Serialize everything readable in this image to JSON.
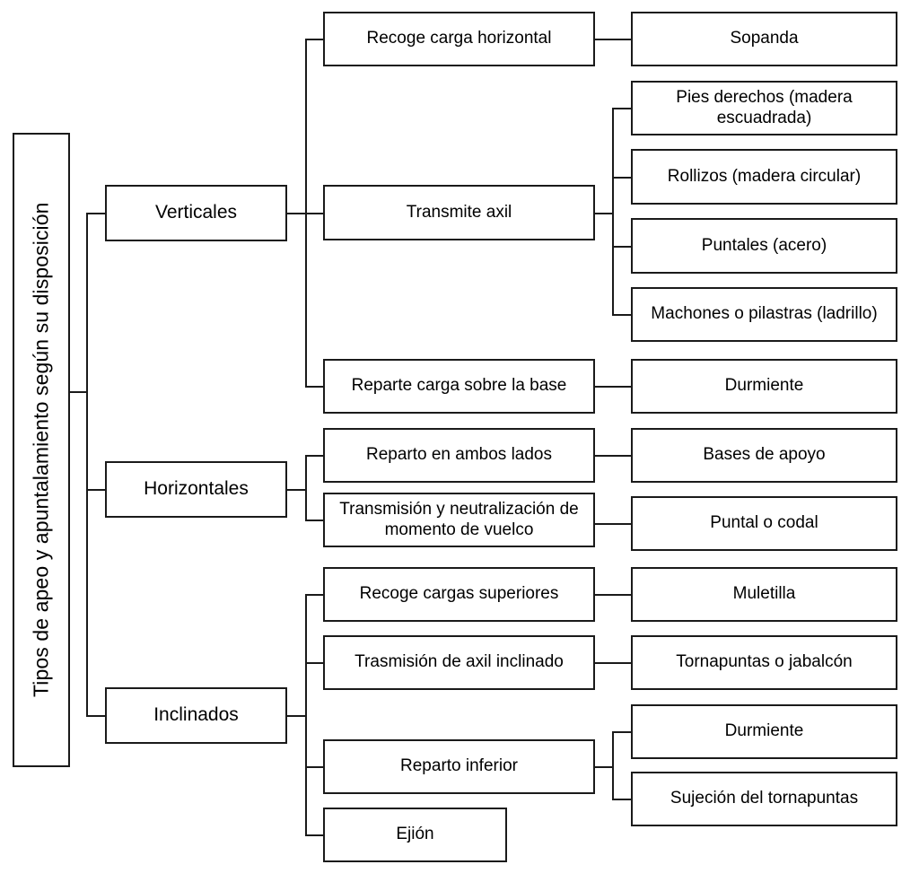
{
  "diagram": {
    "title": "Tipos de apeo y apuntalamiento según su disposición",
    "type": "tree-hierarchy",
    "root": {
      "label": "Tipos de apeo y apuntalamiento según su disposición"
    },
    "level2": [
      {
        "label": "Verticales"
      },
      {
        "label": "Horizontales"
      },
      {
        "label": "Inclinados"
      }
    ],
    "level3": [
      {
        "label": "Recoge carga horizontal"
      },
      {
        "label": "Transmite axil"
      },
      {
        "label": "Reparte carga sobre la base"
      },
      {
        "label": "Reparto en ambos lados"
      },
      {
        "label": "Transmisión y neutralización de momento de vuelco"
      },
      {
        "label": "Recoge cargas superiores"
      },
      {
        "label": "Trasmisión de axil inclinado"
      },
      {
        "label": "Reparto inferior"
      },
      {
        "label": "Ejión"
      }
    ],
    "level4": [
      {
        "label": "Sopanda"
      },
      {
        "label": "Pies derechos (madera escuadrada)"
      },
      {
        "label": "Rollizos (madera circular)"
      },
      {
        "label": "Puntales (acero)"
      },
      {
        "label": "Machones o pilastras (ladrillo)"
      },
      {
        "label": "Durmiente"
      },
      {
        "label": "Bases de apoyo"
      },
      {
        "label": "Puntal o codal"
      },
      {
        "label": "Muletilla"
      },
      {
        "label": "Tornapuntas o jabalcón"
      },
      {
        "label": "Durmiente"
      },
      {
        "label": "Sujeción del tornapuntas"
      }
    ],
    "colors": {
      "border": "#1a1a1a",
      "background": "#ffffff",
      "text": "#000000"
    }
  }
}
